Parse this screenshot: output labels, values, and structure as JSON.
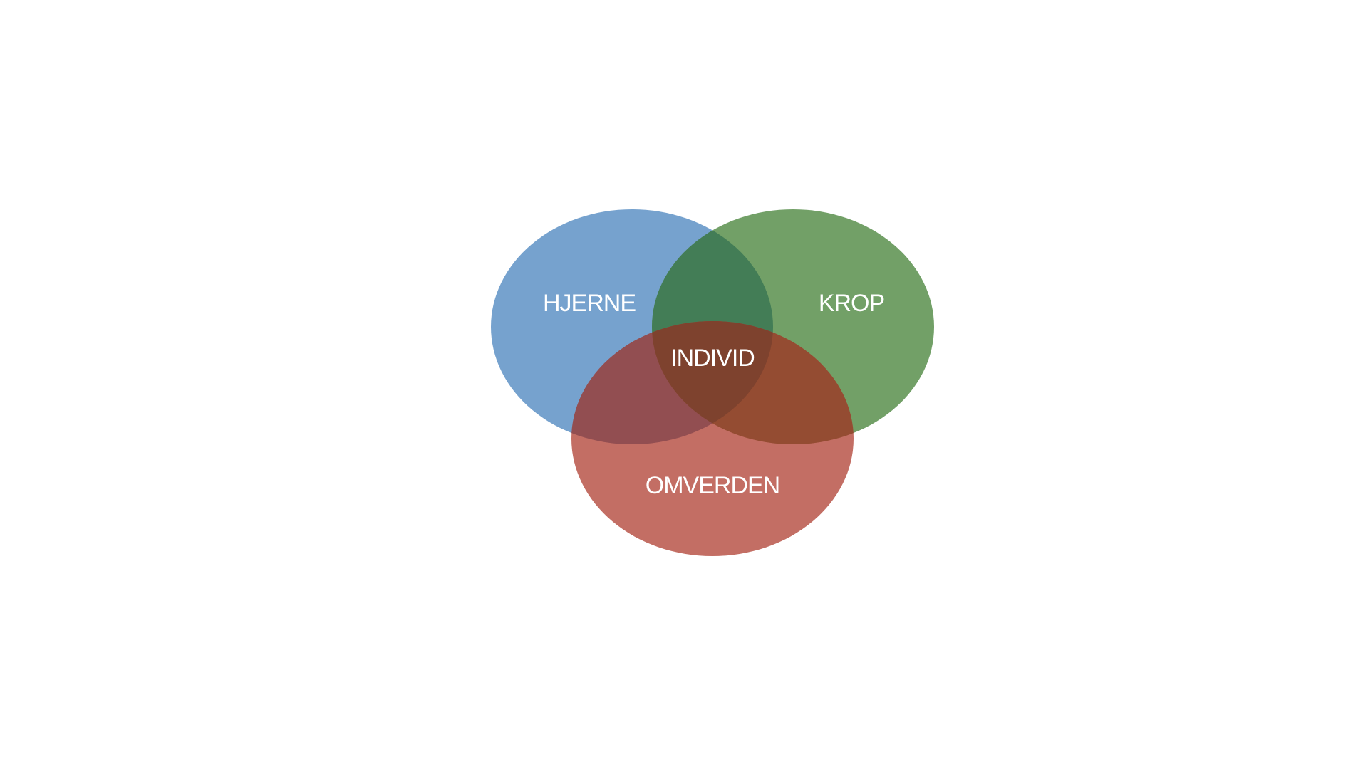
{
  "diagram": {
    "type": "venn",
    "sets": [
      {
        "id": "hjerne",
        "label": "HJERNE",
        "color": "#6f9dcb"
      },
      {
        "id": "krop",
        "label": "KROP",
        "color": "#6a9b5f"
      },
      {
        "id": "omverden",
        "label": "OMVERDEN",
        "color": "#bb5a4e"
      }
    ],
    "center_label": "INDIVID",
    "overlap_note_colors": {
      "hjerne_krop": "#437d56",
      "hjerne_omverden": "#924e51",
      "krop_omverden": "#944c32",
      "all": "#7e422e"
    },
    "background": "#ffffff"
  }
}
